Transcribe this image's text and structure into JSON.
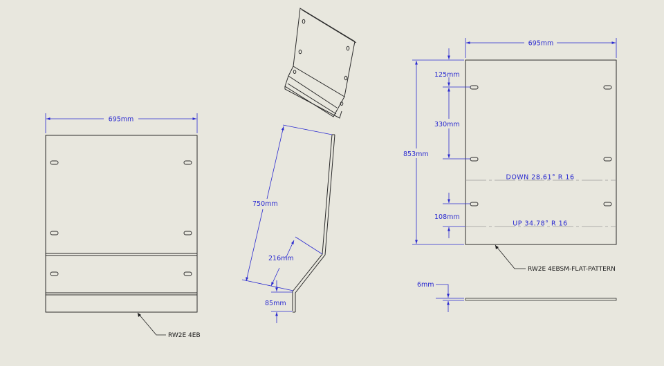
{
  "colors": {
    "background": "#e8e7de",
    "part_line": "#2b2b2b",
    "dimension": "#2a2ad0",
    "bend_line": "#9a9a9a",
    "callout_text": "#1a1a1a"
  },
  "front_view": {
    "width_dim": "695mm",
    "callout": "RW2E 4EB"
  },
  "side_view": {
    "length_upper": "750mm",
    "length_middle": "216mm",
    "length_lower": "85mm"
  },
  "flat_pattern": {
    "width_dim": "695mm",
    "height_dim": "853mm",
    "top_offset": "125mm",
    "hole_spacing": "330mm",
    "bottom_offset": "108mm",
    "bend_down": "DOWN  28.61°  R 16",
    "bend_up": "UP  34.78°  R 16",
    "callout": "RW2E 4EBSM-FLAT-PATTERN",
    "thickness_dim": "6mm"
  }
}
